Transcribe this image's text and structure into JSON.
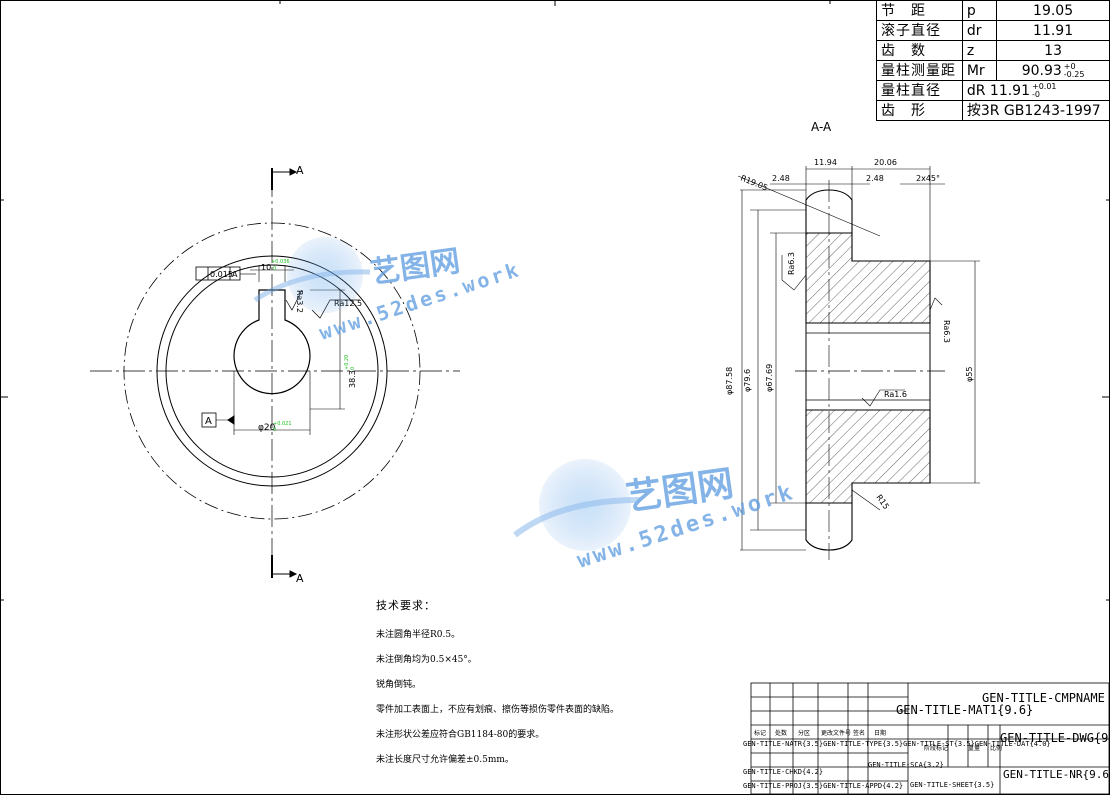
{
  "params": [
    {
      "name": "节　距",
      "symbol": "p",
      "value": "19.05"
    },
    {
      "name": "滚子直径",
      "symbol": "dr",
      "value": "11.91"
    },
    {
      "name": "齿　数",
      "symbol": "z",
      "value": "13"
    },
    {
      "name": "量柱测量距",
      "symbol": "Mr",
      "value": "90.93",
      "tol_upper": "+0",
      "tol_lower": "-0.25"
    },
    {
      "name": "量柱直径",
      "symbol": "dR",
      "value": "11.91",
      "tol_upper": "+0.01",
      "tol_lower": "-0"
    },
    {
      "name": "齿　形",
      "symbol": "按3R GB1243-1997",
      "value": ""
    }
  ],
  "section_title": "A-A",
  "section_marks": {
    "top": "A",
    "bottom": "A",
    "datum": "A"
  },
  "front_dims": {
    "runout": "0.015",
    "runout_datum": "A",
    "keyway_width": "10",
    "keyway_tol_u": "+0.036",
    "keyway_tol_l": "0",
    "keyway_depth": "38.3",
    "keyway_depth_tol_u": "+0.20",
    "keyway_depth_tol_l": "0",
    "bore": "φ20",
    "bore_tol_u": "+0.021",
    "bore_tol_l": "0",
    "ra_keyway": "Ra3.2",
    "ra_bore": "Ra12.5"
  },
  "section_dims": {
    "w_total": "11.94",
    "hub_len": "20.06",
    "chamfer1": "2.48",
    "chamfer2": "2.48",
    "chamfer3": "2x45°",
    "r_tip": "R19.05",
    "d_tip": "φ87.58",
    "d_root": "φ79.6",
    "d_inner": "φ67.69",
    "d_hub": "φ55",
    "ra_left": "Ra6.3",
    "ra_right": "Ra6.3",
    "ra_bore": "Ra1.6",
    "r_fillet": "R15"
  },
  "watermark": {
    "brand": "艺图网",
    "url": "www.52des.work"
  },
  "tech": {
    "heading": "技术要求：",
    "lines": [
      "未注圆角半径R0.5。",
      "未注倒角均为0.5×45°。",
      "锐角倒钝。",
      "零件加工表面上，不应有划痕、擦伤等损伤零件表面的缺陷。",
      "未注形状公差应符合GB1184-80的要求。",
      "未注长度尺寸允许偏差±0.5mm。"
    ]
  },
  "titleblock": {
    "cmpname": "GEN-TITLE-CMPNAME",
    "mat": "GEN-TITLE-MAT1{9.6}",
    "dwg": "GEN-TITLE-DWG{9.",
    "nr": "GEN-TITLE-NR{9.6",
    "row1": "GEN-TITLE-NATR{3.5}GEN-TITLE-TYPE{3.5}GEN-TITLE-ST{3.5}GEN-TITLE-DAT{4.0}",
    "row2": "GEN-TITLE-CHKD{4.2}",
    "row3": "GEN-TITLE-PROJ{3.5}GEN-TITLE-APPD{4.2}",
    "scale": "GEN-TITLE-SCA{3.2}",
    "sheet": "GEN-TITLE-SHEET{3.5}",
    "hdr": [
      "标记",
      "处数",
      "分区",
      "更改文件号",
      "签名",
      "日期"
    ],
    "hdr2": [
      "阶段标记",
      "重量",
      "比例"
    ]
  }
}
